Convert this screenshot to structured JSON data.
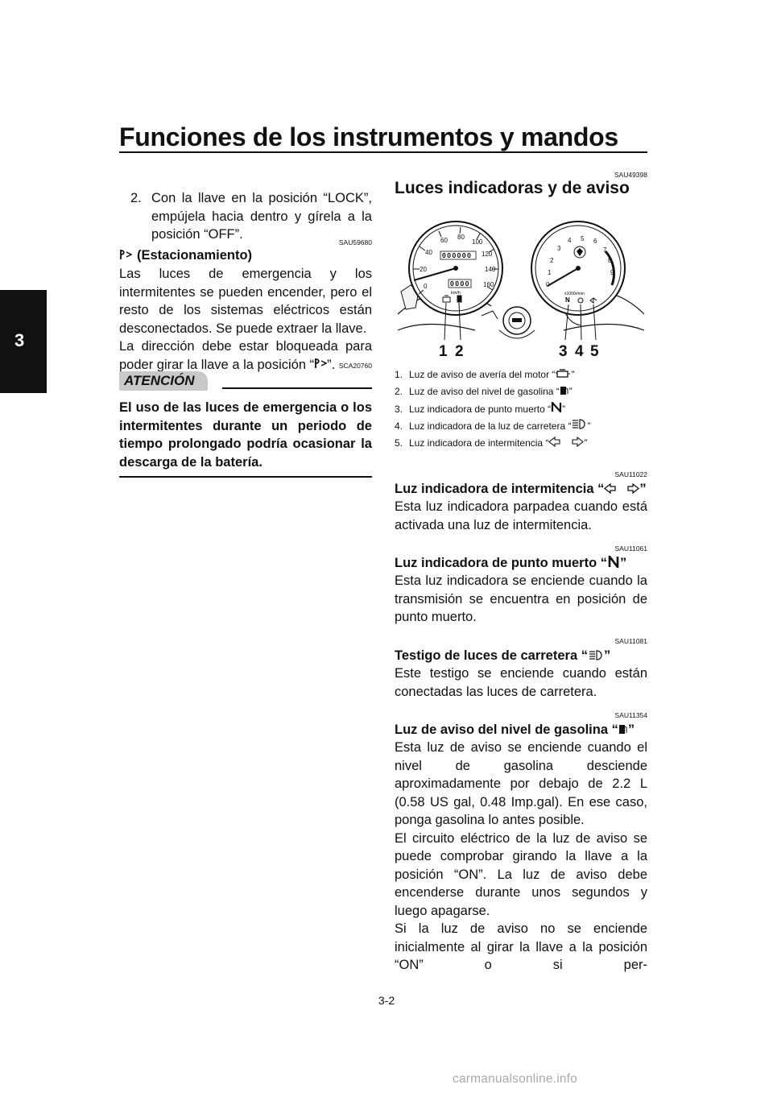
{
  "page_title": "Funciones de los instrumentos y mandos",
  "chapter_tab": "3",
  "left": {
    "step2_num": "2.",
    "step2_text": "Con la llave en la posición “LOCK”, empújela hacia dentro y gírela a la posición “OFF”.",
    "code1": "SAU59680",
    "parking_heading": "(Estacionamiento)",
    "parking_p1": "Las luces de emergencia y los intermitentes se pueden encender, pero el resto de los sistemas eléctricos están desconectados. Se puede extraer la llave.",
    "parking_p2a": "La dirección debe estar bloqueada para poder girar la llave a la posición “",
    "parking_p2b": "”.",
    "code2": "SCA20760",
    "notice_label": "ATENCIÓN",
    "notice_text": "El uso de las luces de emergencia o los intermitentes durante un periodo de tiempo prolongado podría ocasionar la descarga de la batería."
  },
  "right": {
    "code_section": "SAU49398",
    "section_title": "Luces indicadoras y de aviso",
    "figure_callouts": [
      "1",
      "2",
      "3",
      "4",
      "5"
    ],
    "figure_text": {
      "speedo_ticks": [
        "0",
        "20",
        "40",
        "60",
        "80",
        "100",
        "120",
        "140",
        "160"
      ],
      "tacho_ticks": [
        "0",
        "1",
        "2",
        "3",
        "4",
        "5",
        "6",
        "7",
        "8",
        "9"
      ],
      "odo": "000000",
      "trip": "0000",
      "speedo_unit": "km/h",
      "tacho_unit": "x1000r/min",
      "neutral": "N"
    },
    "captions": [
      {
        "num": "1.",
        "text": "Luz de aviso de avería del motor “",
        "icon": "engine-icon",
        "end": "”"
      },
      {
        "num": "2.",
        "text": "Luz de aviso del nivel de gasolina “",
        "icon": "fuel-icon",
        "end": "”"
      },
      {
        "num": "3.",
        "text": "Luz indicadora de punto muerto “",
        "icon": "neutral-icon",
        "end": "”"
      },
      {
        "num": "4.",
        "text": "Luz indicadora de la luz de carretera “",
        "icon": "high-beam-icon",
        "end": "”"
      },
      {
        "num": "5.",
        "text": "Luz indicadora de intermitencia “",
        "icon": "turn-signal-icon",
        "end": "”"
      }
    ],
    "sections": [
      {
        "code": "SAU11022",
        "heading": "Luz indicadora de intermitencia “",
        "heading_end": "”",
        "icon": "turn-signal-icon",
        "paragraphs": [
          "Esta luz indicadora parpadea cuando está activada una luz de intermitencia."
        ]
      },
      {
        "code": "SAU11061",
        "heading": "Luz indicadora de punto muerto “",
        "heading_end": "”",
        "icon": "neutral-icon",
        "paragraphs": [
          "Esta luz indicadora se enciende cuando la transmisión se encuentra en posición de punto muerto."
        ]
      },
      {
        "code": "SAU11081",
        "heading": "Testigo de luces de carretera “",
        "heading_end": "”",
        "icon": "high-beam-icon",
        "paragraphs": [
          "Este testigo se enciende cuando están conectadas las luces de carretera."
        ]
      },
      {
        "code": "SAU11354",
        "heading": "Luz de aviso del nivel de gasolina “",
        "heading_end": "”",
        "icon": "fuel-icon",
        "paragraphs": [
          "Esta luz de aviso se enciende cuando el nivel de gasolina desciende aproximadamente por debajo de 2.2 L (0.58 US gal, 0.48 Imp.gal). En ese caso, ponga gasolina lo antes posible.",
          "El circuito eléctrico de la luz de aviso se puede comprobar girando la llave a la posición “ON”. La luz de aviso debe encenderse durante unos segundos y luego apagarse.",
          "Si la luz de aviso no se enciende inicialmente al girar la llave a la posición “ON” o si per-"
        ]
      }
    ]
  },
  "footer_page": "3-2",
  "watermark": "carmanualsonline.info"
}
